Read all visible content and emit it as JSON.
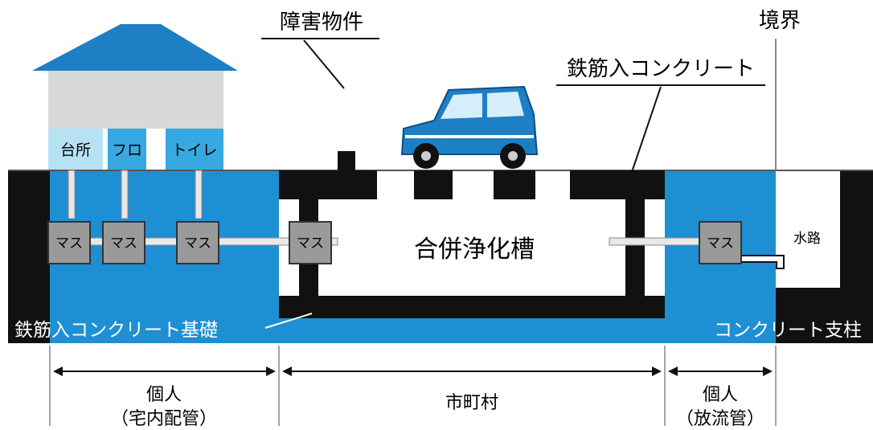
{
  "labels": {
    "obstacle": "障害物件",
    "boundary": "境界",
    "rc_cover": "鉄筋入コンクリート",
    "rooms": [
      "台所",
      "フロ",
      "トイレ"
    ],
    "inspection_basin": "マス",
    "septic_tank": "合併浄化槽",
    "waterway": "水路",
    "rc_foundation": "鉄筋入コンクリート基礎",
    "concrete_pillar": "コンクリート支柱"
  },
  "zones": [
    {
      "title": "個人",
      "subtitle": "（宅内配管）"
    },
    {
      "title": "市町村",
      "subtitle": ""
    },
    {
      "title": "個人",
      "subtitle": "（放流管）"
    }
  ],
  "colors": {
    "blue": "#1f8fd3",
    "black": "#111111",
    "roof": "#1f7fc4",
    "wall": "#d8d8d8",
    "room_light": "#b6e2f4",
    "basin": "#9a9a9a",
    "pipe": "#ffffff"
  }
}
